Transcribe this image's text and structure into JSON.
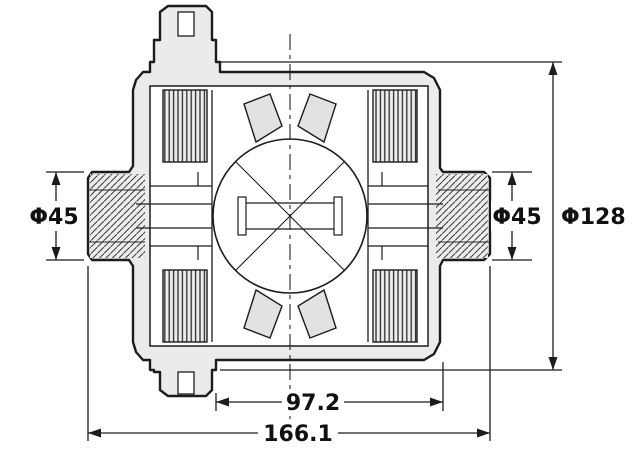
{
  "drawing": {
    "type": "technical-drawing",
    "subject": "differential-cross-section",
    "dims": {
      "left_shaft": "Φ45",
      "right_shaft": "Φ45",
      "housing": "Φ128",
      "inner_width": "97.2",
      "overall_width": "166.1"
    },
    "colors": {
      "line": "#1c1c1c",
      "metal_fill": "#ebebeb",
      "background": "#ffffff"
    }
  }
}
